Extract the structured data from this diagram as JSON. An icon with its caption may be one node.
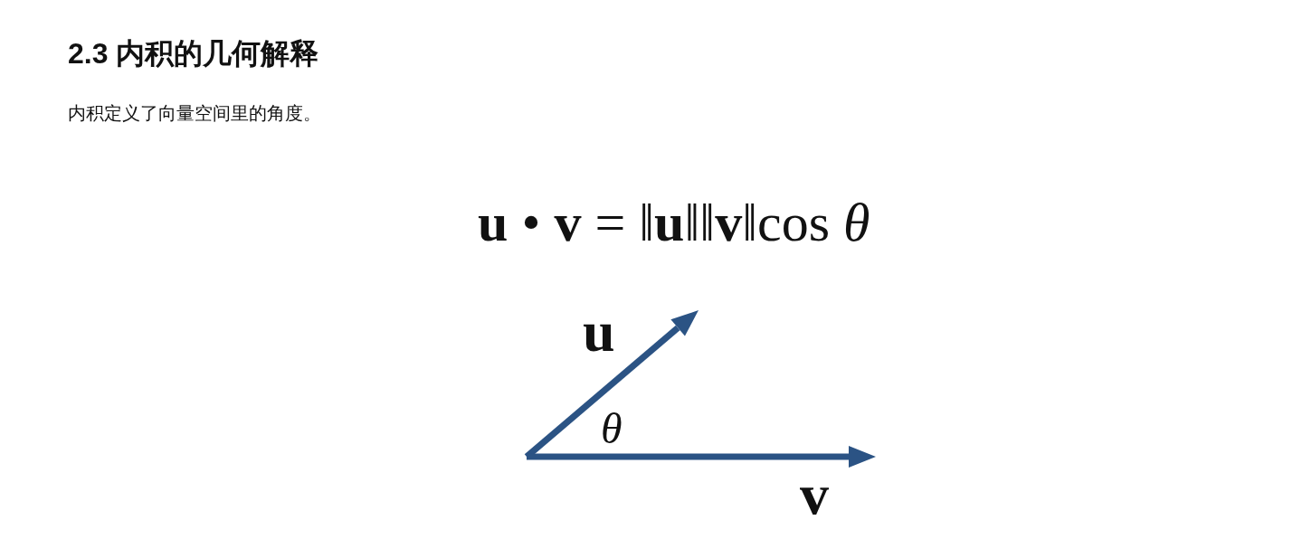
{
  "diagram": {
    "title": "2.3 内积的几何解释",
    "labels": [
      "内积定义了向量空间里的角度。",
      "**u** • **v** = ‖**u**‖‖**v**‖cos *θ*",
      "u",
      "θ",
      "v"
    ]
  }
}
